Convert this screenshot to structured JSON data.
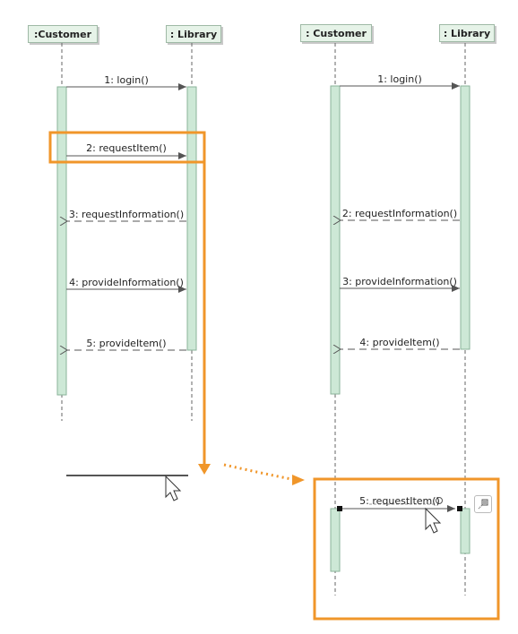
{
  "colors": {
    "activation_fill": "#cde8d6",
    "activation_stroke": "#8ab39a",
    "highlight": "#f0962a",
    "line": "#555555"
  },
  "left_diagram": {
    "lifelines": [
      ":Customer",
      ": Library"
    ],
    "messages": [
      {
        "label": "1: login()",
        "kind": "call"
      },
      {
        "label": "2: requestItem()",
        "kind": "call",
        "highlighted": true
      },
      {
        "label": "3: requestInformation()",
        "kind": "reply"
      },
      {
        "label": "4: provideInformation()",
        "kind": "call"
      },
      {
        "label": "5: provideItem()",
        "kind": "reply"
      }
    ]
  },
  "right_diagram": {
    "lifelines": [
      ": Customer",
      ": Library"
    ],
    "messages": [
      {
        "label": "1: login()",
        "kind": "call"
      },
      {
        "label": "2: requestInformation()",
        "kind": "reply"
      },
      {
        "label": "3: provideInformation()",
        "kind": "call"
      },
      {
        "label": "4: provideItem()",
        "kind": "reply"
      },
      {
        "label": "5: requestItem()",
        "kind": "call",
        "selected": true
      }
    ]
  },
  "icons": {
    "cursor_drag": "mouse-pointer-icon",
    "cursor_drop": "mouse-pointer-icon",
    "note_button": "note-icon"
  }
}
